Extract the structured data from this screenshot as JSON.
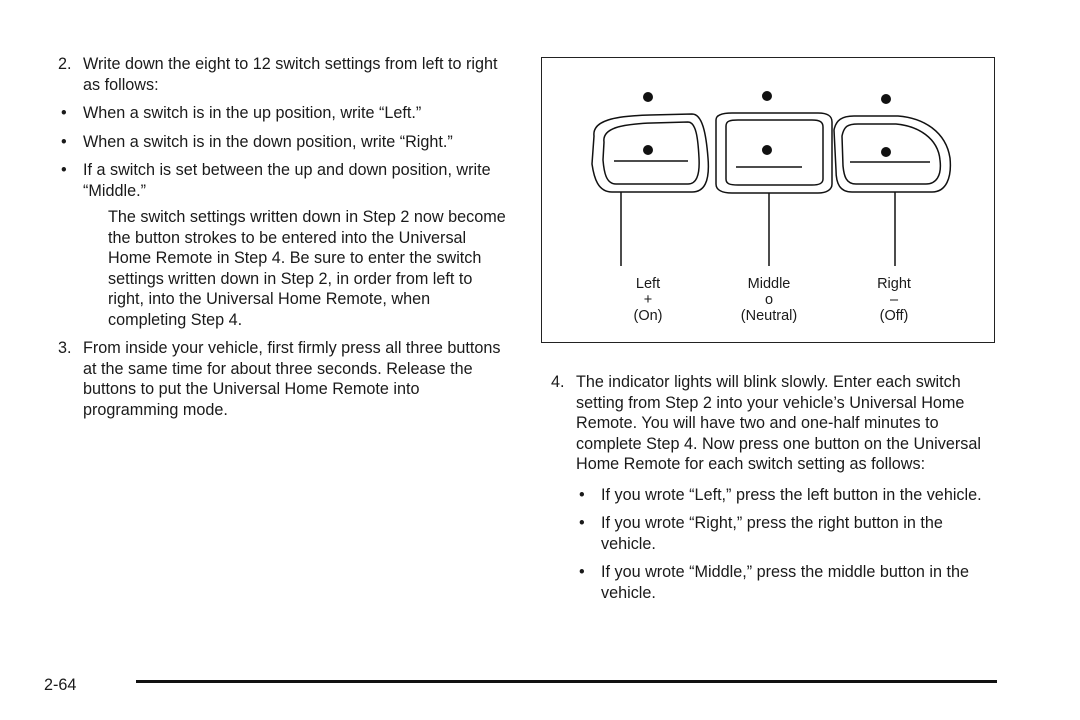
{
  "left_column": {
    "step2": {
      "number": "2.",
      "text": "Write down the eight to 12 switch settings from left to right as follows:",
      "bullets": [
        "When a switch is in the up position, write “Left.”",
        "When a switch is in the down position, write “Right.”",
        "If a switch is set between the up and down position, write “Middle.”"
      ],
      "note": "The switch settings written down in Step 2 now become the button strokes to be entered into the Universal Home Remote in Step 4. Be sure to enter the switch settings written down in Step 2, in order from left to right, into the Universal Home Remote, when completing Step 4."
    },
    "step3": {
      "number": "3.",
      "text": "From inside your vehicle, first firmly press all three buttons at the same time for about three seconds. Release the buttons to put the Universal Home Remote into programming mode."
    }
  },
  "figure": {
    "labels": [
      {
        "name": "Left",
        "symbol": "+",
        "state": "(On)"
      },
      {
        "name": "Middle",
        "symbol": "o",
        "state": "(Neutral)"
      },
      {
        "name": "Right",
        "symbol": "–",
        "state": "(Off)"
      }
    ]
  },
  "right_column": {
    "step4": {
      "number": "4.",
      "text": "The indicator lights will blink slowly. Enter each switch setting from Step 2 into your vehicle’s Universal Home Remote. You will have two and one-half minutes to complete Step 4. Now press one button on the Universal Home Remote for each switch setting as follows:",
      "bullets": [
        "If you wrote “Left,” press the left button in the vehicle.",
        "If you wrote “Right,” press the right button in the vehicle.",
        "If you wrote “Middle,” press the middle button in the vehicle."
      ]
    }
  },
  "footer": {
    "page_number": "2-64"
  }
}
